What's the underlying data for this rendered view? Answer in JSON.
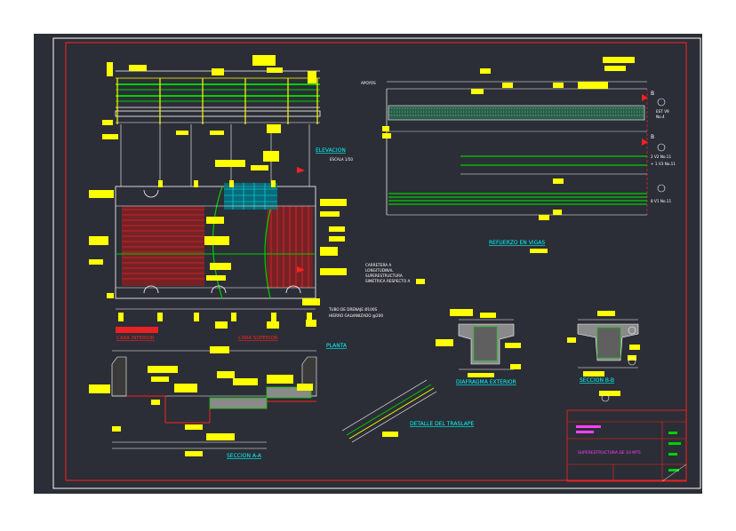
{
  "drawing": {
    "colors": {
      "background": "#2b2e36",
      "frame_outer": "#ffffff",
      "frame_inner": "#ff2020",
      "note_fill": "#ffff00",
      "title_cyan": "#00ffff",
      "rebar_red": "#ff2a2a",
      "rebar_green": "#00d000",
      "deck_cyan": "#00e5ff",
      "line_white": "#f0f0f0",
      "label_orange": "#ff7a00",
      "title_block_magenta": "#ff40ff"
    },
    "views": {
      "elevacion": {
        "title": "ELEVACION",
        "scale": "ESCALA 1/50"
      },
      "refuerzo": {
        "title": "REFUERZO EN VIGAS",
        "apoyos": "APOYOS"
      },
      "beam_marks": {
        "section_b": "B",
        "est": "EST V9",
        "est_spacing": "No.4",
        "bar_top": "2 V2 No.11",
        "bar_mid": "+ 1 V3 No.11",
        "bar_bottom": "8 V1 No.11"
      },
      "cara_inferior": "CARA INFERIOR",
      "cara_superior": "CARA SUPERIOR",
      "planta": "PLANTA",
      "notes_planta": [
        "CARRETERA A",
        "LONGITUDINAL",
        "SUPERESTRUCTURA",
        "SIMETRICA RESPECTO A"
      ],
      "drain_note": [
        "TUBO DE DRENAJE Ø100S",
        "HIERRO GALVANIZADO @200"
      ],
      "seccion_aa": "SECCION A-A",
      "detalle_traslape": "DETALLE DEL TRASLAPE",
      "diafragma": "DIAFRAGMA EXTERIOR",
      "seccion_bb": "SECCION B-B"
    },
    "title_block": {
      "title": "SUPERESTRUCTURA DE 10 MTS"
    }
  }
}
